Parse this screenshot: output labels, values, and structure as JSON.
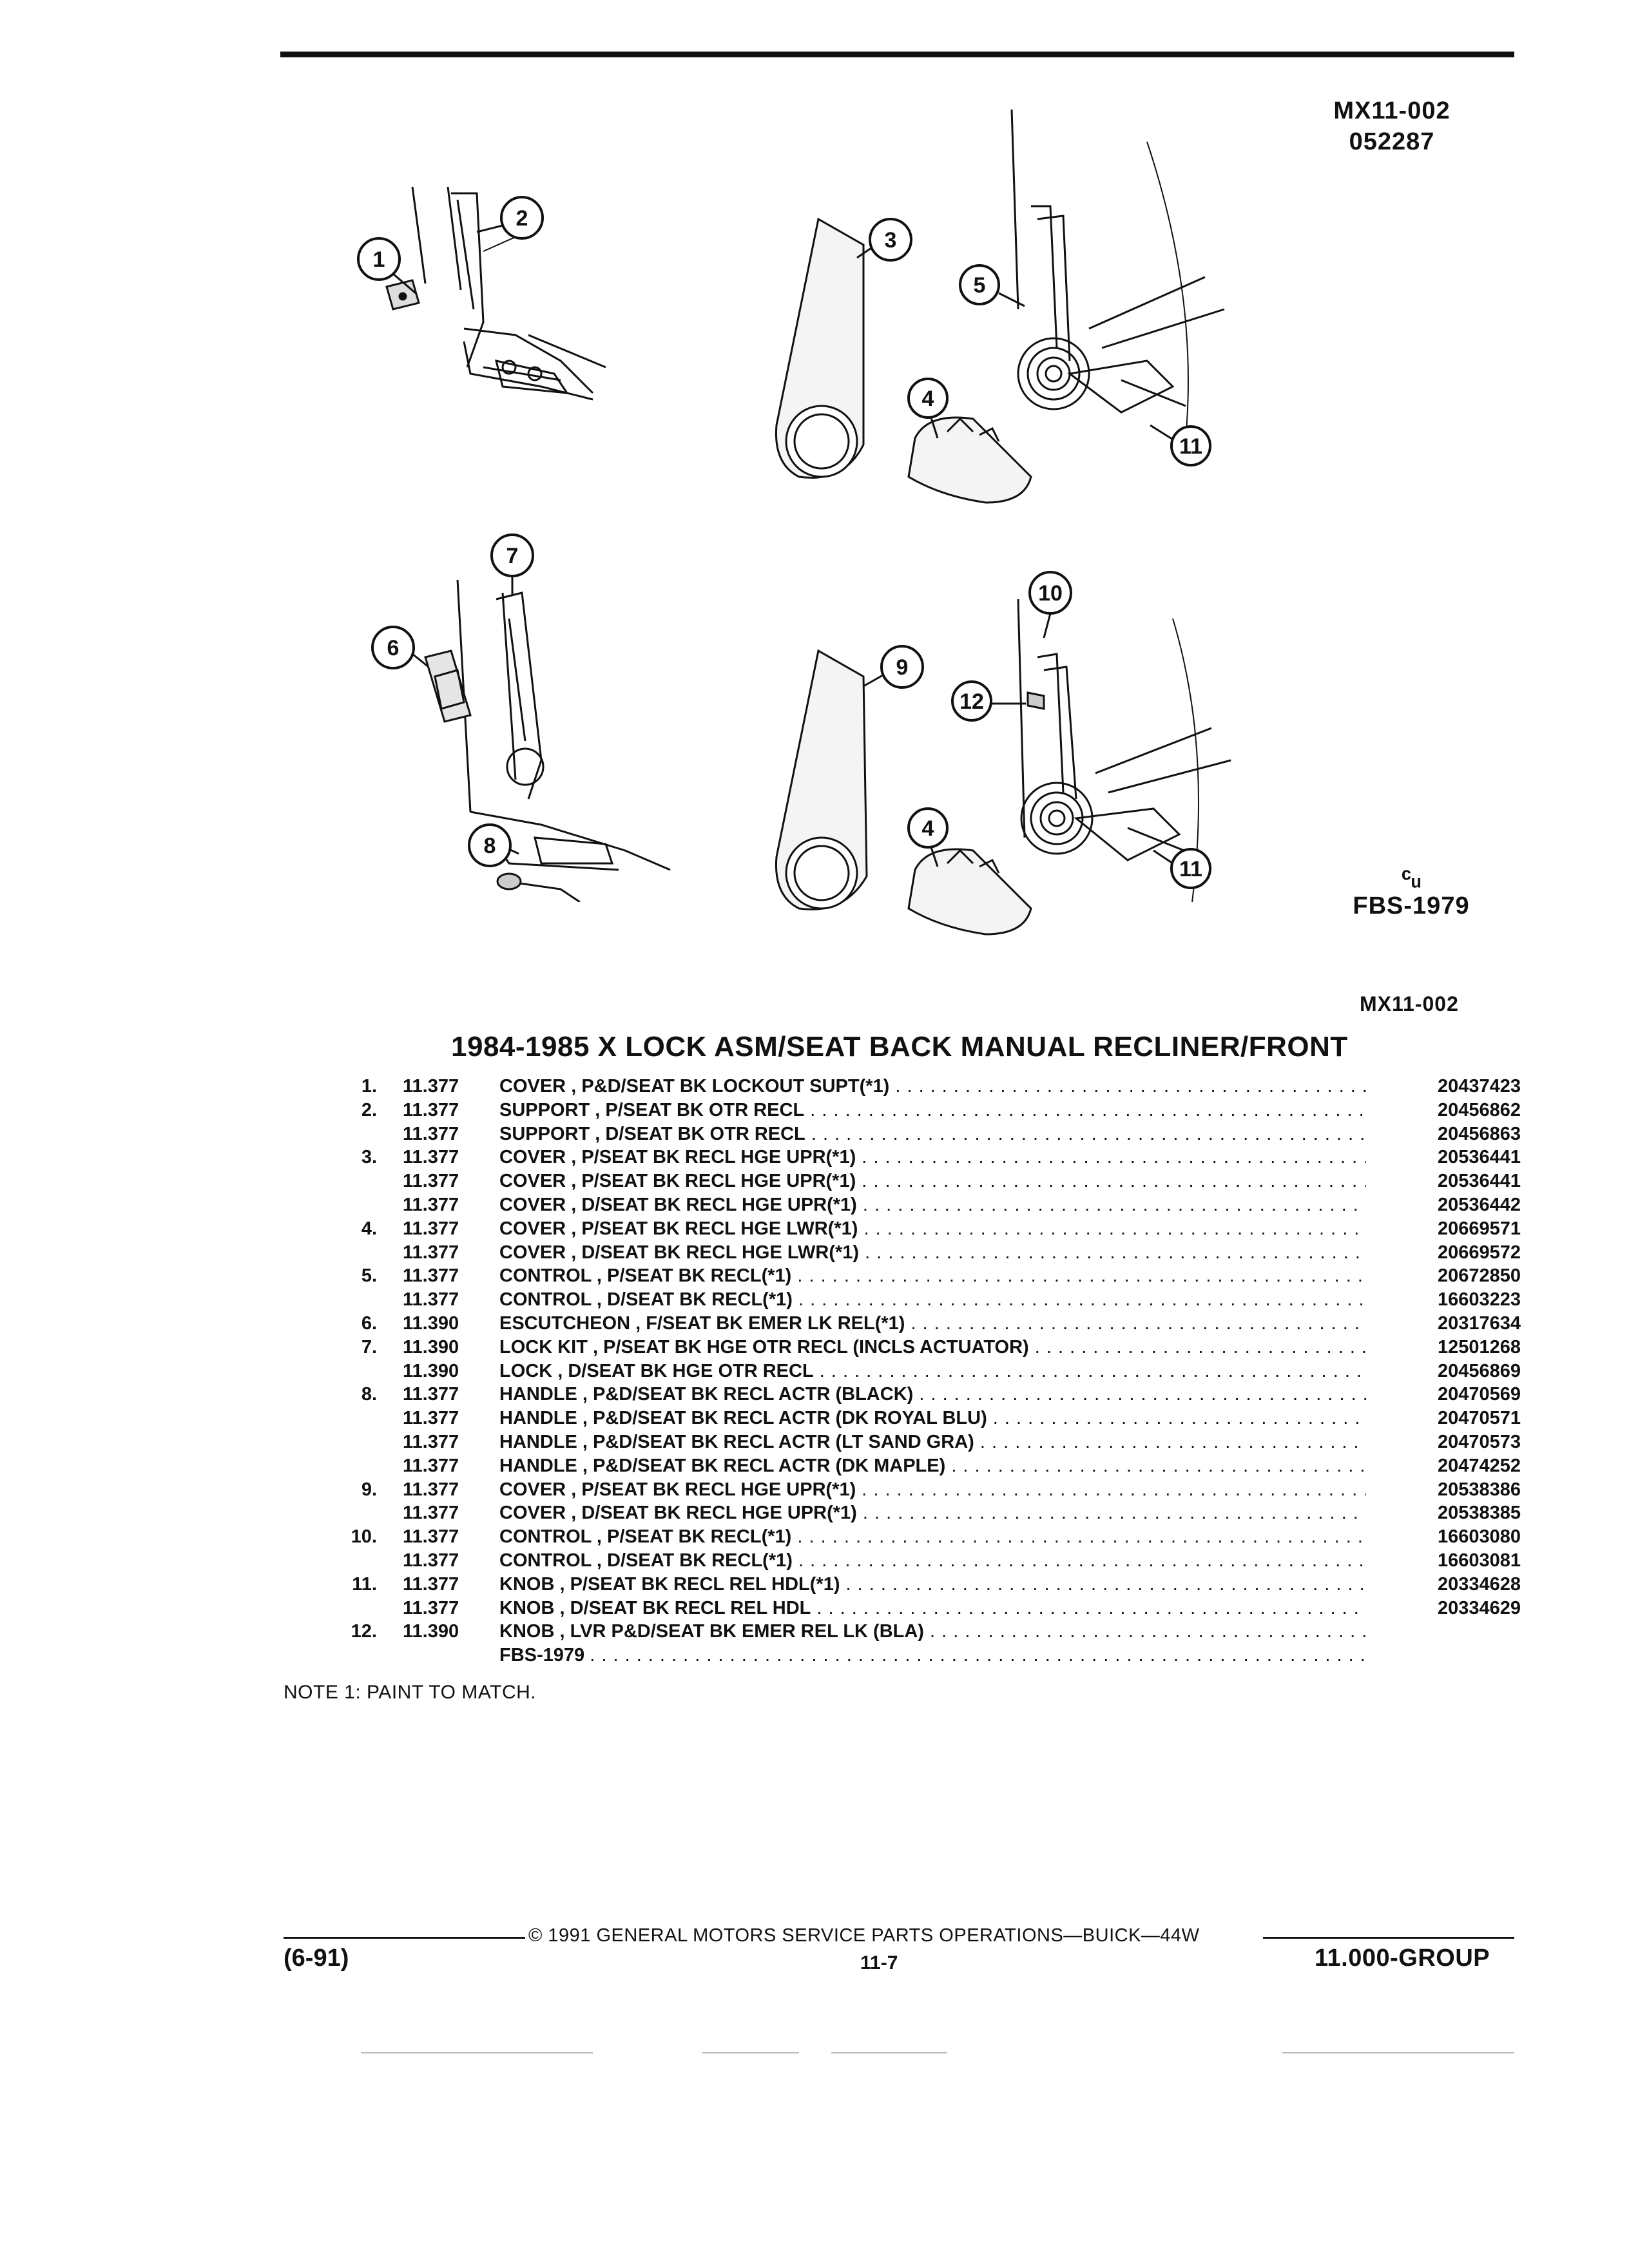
{
  "header": {
    "code": "MX11-002",
    "date": "052287"
  },
  "callouts": [
    "1",
    "2",
    "3",
    "4",
    "5",
    "6",
    "7",
    "8",
    "9",
    "10",
    "11",
    "12"
  ],
  "figure_ref": {
    "symbol": "ᶜᵤ",
    "text": "FBS-1979"
  },
  "section_code": "MX11-002",
  "title": "1984-1985 X LOCK ASM/SEAT BACK MANUAL RECLINER/FRONT",
  "parts": [
    {
      "num": "1.",
      "group": "11.377",
      "name": "COVER",
      "desc": ", P&D/SEAT BK LOCKOUT SUPT(*1)",
      "pn": "20437423"
    },
    {
      "num": "2.",
      "group": "11.377",
      "name": "SUPPORT",
      "desc": ", P/SEAT BK OTR RECL",
      "pn": "20456862"
    },
    {
      "num": "",
      "group": "11.377",
      "name": "SUPPORT",
      "desc": ", D/SEAT BK OTR RECL",
      "pn": "20456863"
    },
    {
      "num": "3.",
      "group": "11.377",
      "name": "COVER",
      "desc": ", P/SEAT BK RECL HGE UPR(*1)",
      "pn": "20536441"
    },
    {
      "num": "",
      "group": "11.377",
      "name": "COVER",
      "desc": ", P/SEAT BK RECL HGE UPR(*1)",
      "pn": "20536441"
    },
    {
      "num": "",
      "group": "11.377",
      "name": "COVER",
      "desc": ", D/SEAT BK RECL HGE UPR(*1)",
      "pn": "20536442"
    },
    {
      "num": "4.",
      "group": "11.377",
      "name": "COVER",
      "desc": ", P/SEAT BK RECL HGE LWR(*1)",
      "pn": "20669571"
    },
    {
      "num": "",
      "group": "11.377",
      "name": "COVER",
      "desc": ", D/SEAT BK RECL HGE LWR(*1)",
      "pn": "20669572"
    },
    {
      "num": "5.",
      "group": "11.377",
      "name": "CONTROL",
      "desc": ", P/SEAT BK RECL(*1)",
      "pn": "20672850"
    },
    {
      "num": "",
      "group": "11.377",
      "name": "CONTROL",
      "desc": ", D/SEAT BK RECL(*1)",
      "pn": "16603223"
    },
    {
      "num": "6.",
      "group": "11.390",
      "name": "ESCUTCHEON",
      "desc": ", F/SEAT BK EMER LK REL(*1)",
      "pn": "20317634"
    },
    {
      "num": "7.",
      "group": "11.390",
      "name": "LOCK KIT",
      "desc": ", P/SEAT BK HGE OTR RECL (INCLS ACTUATOR)",
      "pn": "12501268"
    },
    {
      "num": "",
      "group": "11.390",
      "name": "LOCK",
      "desc": ", D/SEAT BK HGE OTR RECL",
      "pn": "20456869"
    },
    {
      "num": "8.",
      "group": "11.377",
      "name": "HANDLE",
      "desc": ", P&D/SEAT BK RECL ACTR (BLACK)",
      "pn": "20470569"
    },
    {
      "num": "",
      "group": "11.377",
      "name": "HANDLE",
      "desc": ", P&D/SEAT BK RECL ACTR (DK ROYAL BLU)",
      "pn": "20470571"
    },
    {
      "num": "",
      "group": "11.377",
      "name": "HANDLE",
      "desc": ", P&D/SEAT BK RECL ACTR (LT SAND GRA)",
      "pn": "20470573"
    },
    {
      "num": "",
      "group": "11.377",
      "name": "HANDLE",
      "desc": ", P&D/SEAT BK RECL ACTR (DK MAPLE)",
      "pn": "20474252"
    },
    {
      "num": "9.",
      "group": "11.377",
      "name": "COVER",
      "desc": ", P/SEAT BK RECL HGE UPR(*1)",
      "pn": "20538386"
    },
    {
      "num": "",
      "group": "11.377",
      "name": "COVER",
      "desc": ", D/SEAT BK RECL HGE UPR(*1)",
      "pn": "20538385"
    },
    {
      "num": "10.",
      "group": "11.377",
      "name": "CONTROL",
      "desc": ", P/SEAT BK RECL(*1)",
      "pn": "16603080"
    },
    {
      "num": "",
      "group": "11.377",
      "name": "CONTROL",
      "desc": ", D/SEAT BK RECL(*1)",
      "pn": "16603081"
    },
    {
      "num": "11.",
      "group": "11.377",
      "name": "KNOB",
      "desc": ", P/SEAT BK RECL REL HDL(*1)",
      "pn": "20334628"
    },
    {
      "num": "",
      "group": "11.377",
      "name": "KNOB",
      "desc": ", D/SEAT BK RECL REL HDL",
      "pn": "20334629"
    },
    {
      "num": "12.",
      "group": "11.390",
      "name": "KNOB",
      "desc": ", LVR P&D/SEAT BK EMER REL LK (BLA)",
      "pn": ""
    },
    {
      "num": "",
      "group": "",
      "name": "FBS-1979",
      "desc": "",
      "pn": ""
    }
  ],
  "note": "NOTE  1:  PAINT TO MATCH.",
  "footer": {
    "copyright": "© 1991 GENERAL MOTORS SERVICE PARTS OPERATIONS—BUICK—44W",
    "date_code": "(6-91)",
    "page": "11-7",
    "group": "11.000-GROUP"
  }
}
